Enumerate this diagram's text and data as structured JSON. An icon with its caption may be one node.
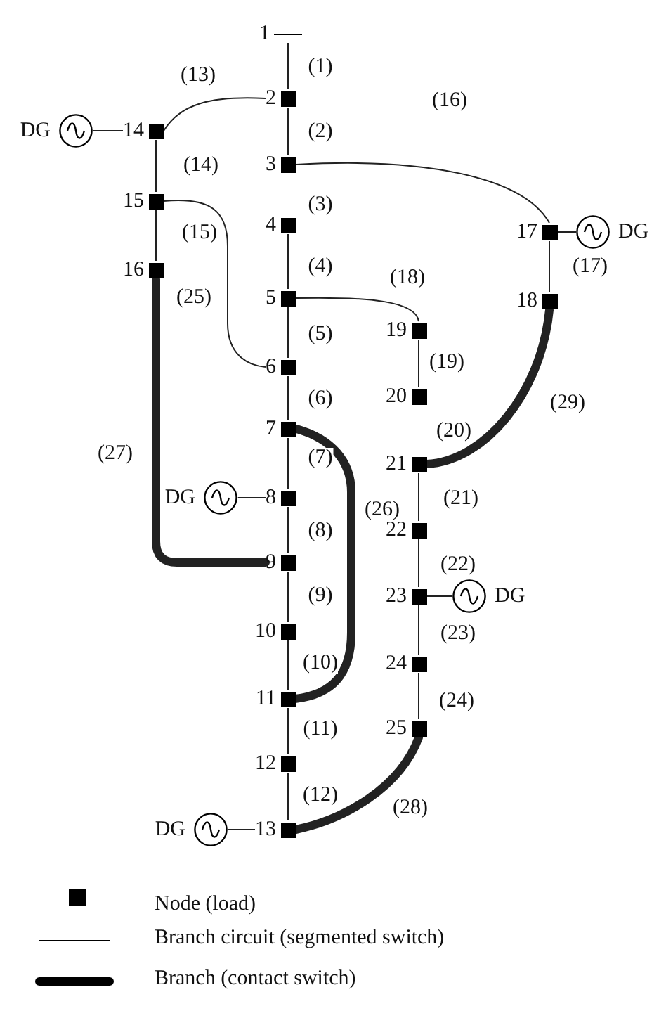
{
  "diagram": {
    "nodes": [
      {
        "text": [
          "1"
        ]
      },
      {
        "text": [
          "2"
        ]
      },
      {
        "text": [
          "3"
        ]
      },
      {
        "text": [
          "4"
        ]
      },
      {
        "text": [
          "5"
        ]
      },
      {
        "text": [
          "6"
        ]
      },
      {
        "text": [
          "7"
        ]
      },
      {
        "text": [
          "8"
        ]
      },
      {
        "text": [
          "9"
        ]
      },
      {
        "text": [
          "10"
        ]
      },
      {
        "text": [
          "11"
        ]
      },
      {
        "text": [
          "12"
        ]
      },
      {
        "text": [
          "13"
        ]
      },
      {
        "text": [
          "14"
        ]
      },
      {
        "text": [
          "15"
        ]
      },
      {
        "text": [
          "16"
        ]
      },
      {
        "text": [
          "17"
        ]
      },
      {
        "text": [
          "18"
        ]
      },
      {
        "text": [
          "19"
        ]
      },
      {
        "text": [
          "20"
        ]
      },
      {
        "text": [
          "21"
        ]
      },
      {
        "text": [
          "22"
        ]
      },
      {
        "text": [
          "23"
        ]
      },
      {
        "text": [
          "24"
        ]
      },
      {
        "text": [
          "25"
        ]
      },
      {
        "text": [
          "DG"
        ]
      },
      {
        "text": [
          "DG"
        ]
      },
      {
        "text": [
          "DG"
        ]
      },
      {
        "text": [
          "DG"
        ]
      },
      {
        "text": [
          "DG"
        ]
      }
    ],
    "edges": [
      {
        "from": 0,
        "to": 1,
        "arrow": "none",
        "label": "(1)"
      },
      {
        "from": 1,
        "to": 2,
        "arrow": "none",
        "label": "(2)"
      },
      {
        "from": 3,
        "to": 4,
        "arrow": "none",
        "label": "(4)"
      },
      {
        "from": 4,
        "to": 5,
        "arrow": "none",
        "label": "(5)"
      },
      {
        "from": 5,
        "to": 6,
        "arrow": "none",
        "label": "(6)"
      },
      {
        "from": 6,
        "to": 7,
        "arrow": "none",
        "label": "(7)"
      },
      {
        "from": 7,
        "to": 8,
        "arrow": "none",
        "label": "(8)"
      },
      {
        "from": 8,
        "to": 9,
        "arrow": "none",
        "label": "(9)"
      },
      {
        "from": 9,
        "to": 10,
        "arrow": "none",
        "label": "(10)"
      },
      {
        "from": 10,
        "to": 11,
        "arrow": "none",
        "label": "(11)"
      },
      {
        "from": 11,
        "to": 12,
        "arrow": "none",
        "label": "(12)"
      },
      {
        "from": 1,
        "to": 13,
        "arrow": "none",
        "label": "(13)"
      },
      {
        "from": 13,
        "to": 14,
        "arrow": "none",
        "label": "(14)"
      },
      {
        "from": 14,
        "to": 15,
        "arrow": "none",
        "label": "(15)"
      },
      {
        "from": 2,
        "to": 16,
        "arrow": "none",
        "label": "(16)"
      },
      {
        "from": 16,
        "to": 17,
        "arrow": "none",
        "label": "(17)"
      },
      {
        "from": 4,
        "to": 18,
        "arrow": "none",
        "label": "(18)"
      },
      {
        "from": 18,
        "to": 19,
        "arrow": "none",
        "label": "(19)"
      },
      {
        "from": 20,
        "to": 21,
        "arrow": "none",
        "label": "(21)"
      },
      {
        "from": 21,
        "to": 22,
        "arrow": "none",
        "label": "(22)"
      },
      {
        "from": 22,
        "to": 23,
        "arrow": "none",
        "label": "(23)"
      },
      {
        "from": 23,
        "to": 24,
        "arrow": "none",
        "label": "(24)"
      },
      {
        "from": 14,
        "to": 5,
        "arrow": "none",
        "label": "(25)"
      },
      {
        "from": 6,
        "to": 10,
        "arrow": "none",
        "label": "(26)",
        "style": "thick"
      },
      {
        "from": 15,
        "to": 8,
        "arrow": "none",
        "label": "(27)",
        "style": "thick"
      },
      {
        "from": 12,
        "to": 24,
        "arrow": "none",
        "label": "(28)",
        "style": "thick"
      },
      {
        "from": 17,
        "to": 20,
        "arrow": "none",
        "label": "(29)",
        "style": "thick"
      },
      {
        "from": 25,
        "to": 13,
        "arrow": "none"
      },
      {
        "from": 16,
        "to": 26,
        "arrow": "none"
      },
      {
        "from": 27,
        "to": 7,
        "arrow": "none"
      },
      {
        "from": 22,
        "to": 28,
        "arrow": "none"
      },
      {
        "from": 29,
        "to": 12,
        "arrow": "none"
      }
    ],
    "labels": [
      "(3)",
      "(20)"
    ],
    "legend": [
      {
        "text": "Node (load)"
      },
      {
        "text": "Branch circuit (segmented switch)"
      },
      {
        "text": "Branch (contact switch)"
      }
    ]
  }
}
